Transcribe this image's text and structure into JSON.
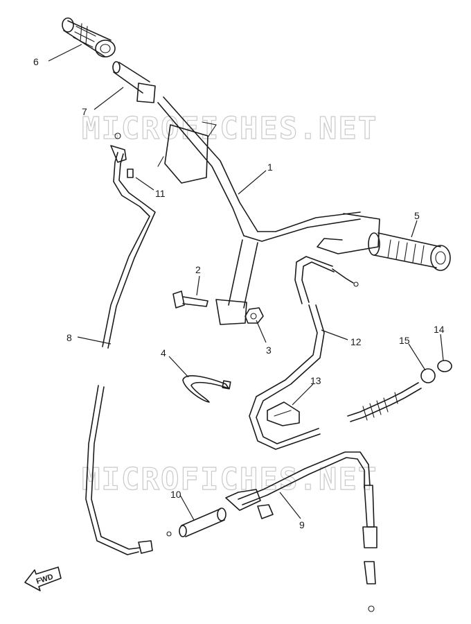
{
  "watermark": "MICROFICHES.NET",
  "fwd_label": "FWD",
  "callouts": [
    {
      "id": "1",
      "label": "1"
    },
    {
      "id": "2",
      "label": "2"
    },
    {
      "id": "3",
      "label": "3"
    },
    {
      "id": "4",
      "label": "4"
    },
    {
      "id": "5",
      "label": "5"
    },
    {
      "id": "6",
      "label": "6"
    },
    {
      "id": "7",
      "label": "7"
    },
    {
      "id": "8",
      "label": "8"
    },
    {
      "id": "9",
      "label": "9"
    },
    {
      "id": "10",
      "label": "10"
    },
    {
      "id": "11",
      "label": "11"
    },
    {
      "id": "12",
      "label": "12"
    },
    {
      "id": "13",
      "label": "13"
    },
    {
      "id": "14",
      "label": "14"
    },
    {
      "id": "15",
      "label": "15"
    }
  ]
}
